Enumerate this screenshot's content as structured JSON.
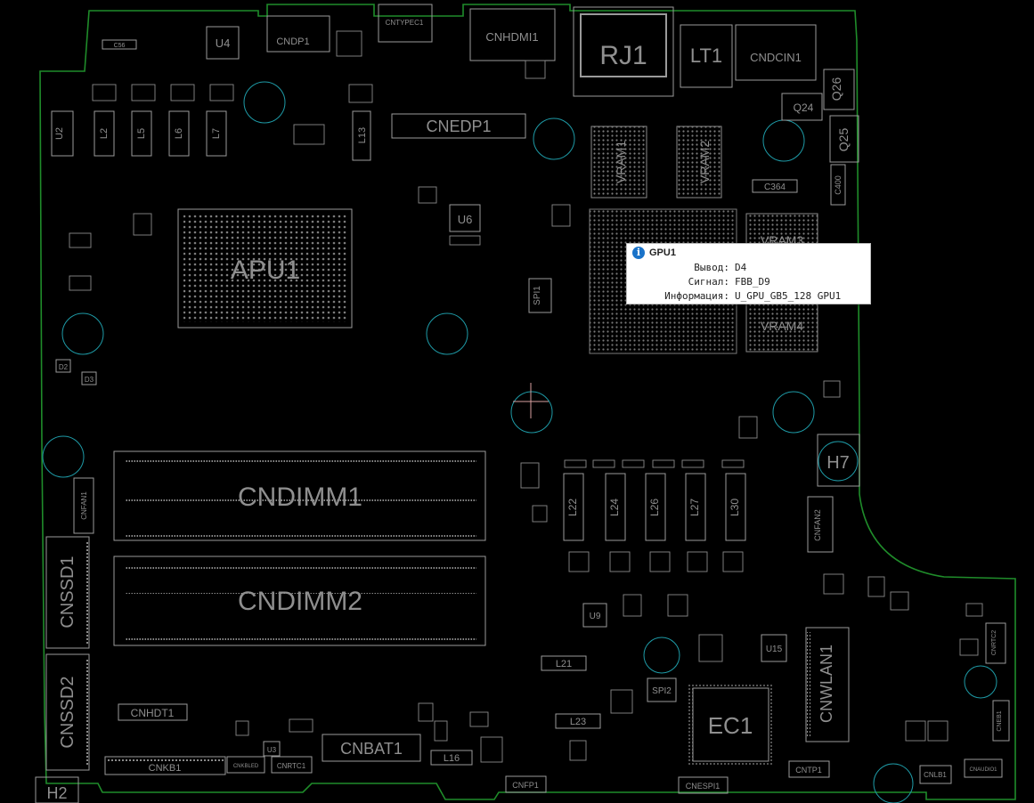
{
  "colors": {
    "outline": "#1f8c2a",
    "silk": "#8f8f8f",
    "hole": "#1e9aa6",
    "cursor": "#d9a0a0",
    "tooltip_icon": "#1a73c9"
  },
  "board": {
    "labels": {
      "apu": "APU1",
      "dimm1": "CNDIMM1",
      "dimm2": "CNDIMM2",
      "ssd1": "CNSSD1",
      "ssd2": "CNSSD2",
      "ec": "EC1",
      "wlan": "CNWLAN1",
      "rj": "RJ1",
      "lt": "LT1",
      "hdmi": "CNHDMI1",
      "dcin": "CNDCIN1",
      "edp": "CNEDP1",
      "dp": "CNDP1",
      "typec": "CNTYPEC1",
      "u4": "U4",
      "u6": "U6",
      "u9": "U9",
      "u15": "U15",
      "vram1": "VRAM1",
      "vram2": "VRAM2",
      "vram3": "VRAM3",
      "vram4": "VRAM4",
      "h7": "H7",
      "h2": "H2",
      "hdt": "CNHDT1",
      "bat": "CNBAT1",
      "kb": "CNKB1",
      "kbled": "CNKBLED",
      "rtc1": "CNRTC1",
      "rtc2": "CNRTC2",
      "fan1": "CNFAN1",
      "fan2": "CNFAN2",
      "fp": "CNFP1",
      "espi": "CNESPI1",
      "tp": "CNTP1",
      "lb": "CNLB1",
      "ebl": "CNEB1",
      "audio": "CNAUDIO1",
      "spi1": "SPI1",
      "spi2": "SPI2",
      "l21": "L21",
      "l23": "L23",
      "l16": "L16",
      "l22": "L22",
      "l24": "L24",
      "l26": "L26",
      "l27": "L27",
      "l30": "L30",
      "l2": "L2",
      "l5": "L5",
      "l6": "L6",
      "l7": "L7",
      "l13": "L13",
      "u2": "U2",
      "c364": "C364",
      "c400": "C400",
      "q25": "Q25",
      "q26": "Q26",
      "q24": "Q24",
      "c56": "C56",
      "d3": "D3",
      "d2": "D2",
      "u3": "U3"
    }
  },
  "tooltip": {
    "title": "GPU1",
    "rows": [
      {
        "key": "Вывод:",
        "value": "D4"
      },
      {
        "key": "Сигнал:",
        "value": "FBB_D9"
      },
      {
        "key": "Информация:",
        "value": "U_GPU_GB5_128 GPU1"
      }
    ]
  }
}
